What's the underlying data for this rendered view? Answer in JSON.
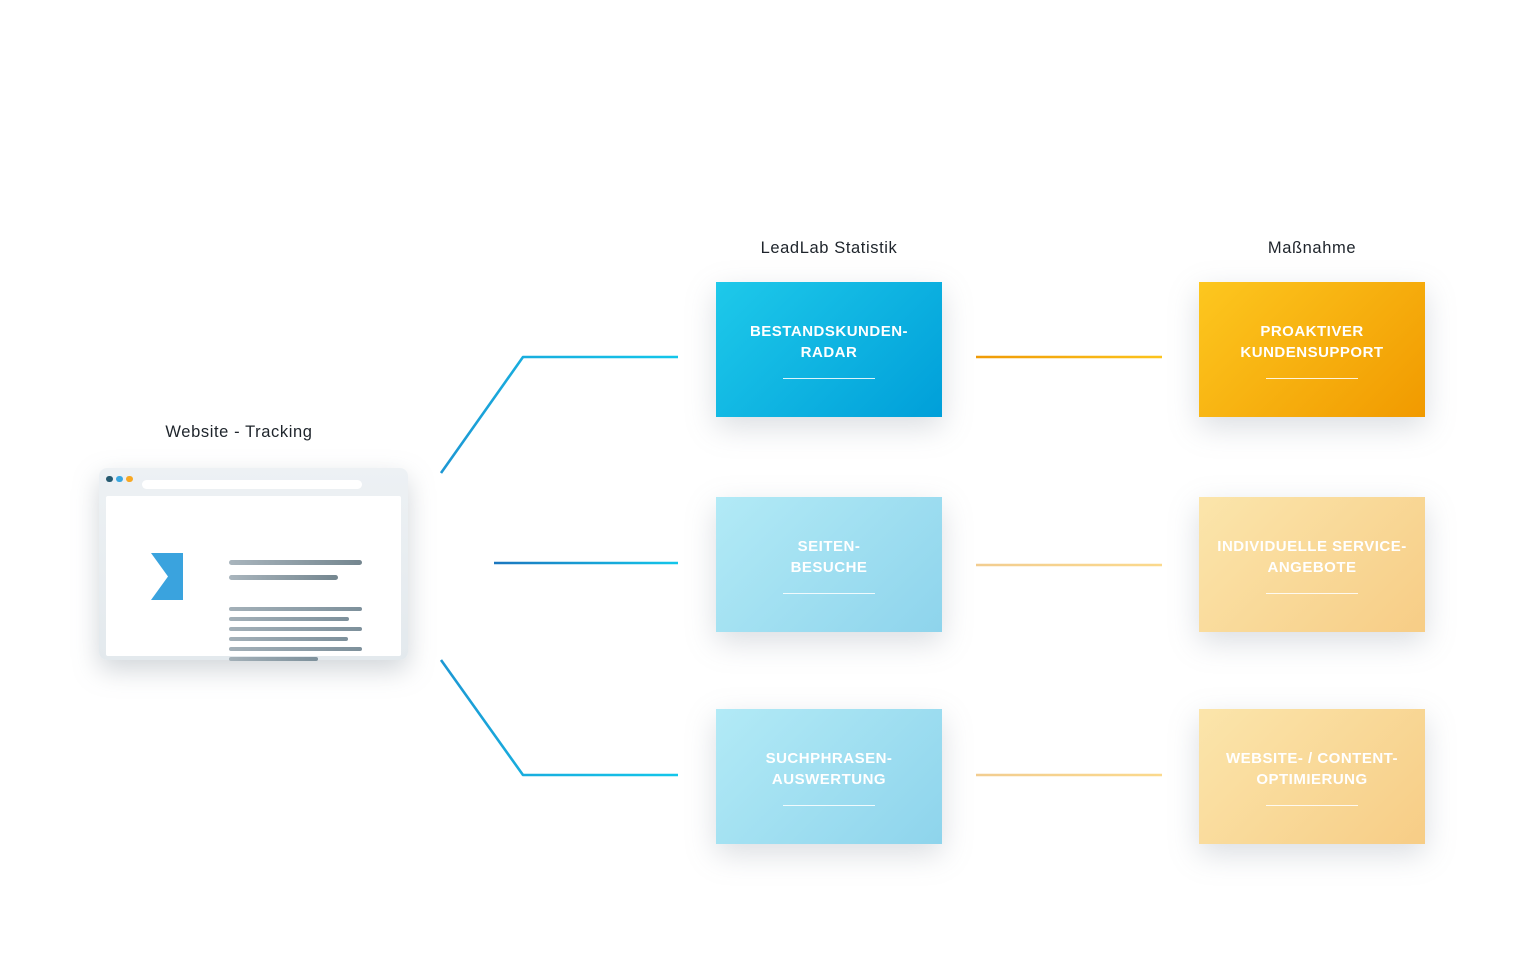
{
  "labels": {
    "source_title": "Website - Tracking",
    "stat_header": "LeadLab Statistik",
    "measure_header": "Maßnahme"
  },
  "stat_boxes": [
    {
      "line1": "BESTANDSKUNDEN-",
      "line2": "RADAR"
    },
    {
      "line1": "SEITEN-",
      "line2": "BESUCHE"
    },
    {
      "line1": "SUCHPHRASEN-",
      "line2": "AUSWERTUNG"
    }
  ],
  "measure_boxes": [
    {
      "line1": "PROAKTIVER",
      "line2": "KUNDENSUPPORT"
    },
    {
      "line1": "INDIVIDUELLE SERVICE-",
      "line2": "ANGEBOTE"
    },
    {
      "line1": "WEBSITE- / CONTENT-",
      "line2": "OPTIMIERUNG"
    }
  ],
  "icons": {
    "browser": "browser-window-illustration",
    "flag": "leadlab-flag-icon",
    "traffic_dots": "browser-traffic-dots"
  },
  "colors": {
    "primary_blue_start": "#1ec9ea",
    "primary_blue_end": "#009fd9",
    "light_blue_start": "#b2eaf6",
    "light_blue_end": "#8ed4ec",
    "primary_orange_start": "#fdc71f",
    "primary_orange_end": "#f19a00",
    "light_orange_start": "#fbe5ab",
    "light_orange_end": "#f7cd86",
    "connector_blue_dark": "#1b76be",
    "connector_cyan": "#13c6ea",
    "connector_orange": "#ef9a06",
    "connector_yellow": "#fcc41d",
    "connector_pale_start": "#f2cd90",
    "connector_pale_end": "#fbd98c",
    "dot_dark": "#265a70",
    "dot_blue": "#3aa7e0",
    "dot_orange": "#f7a823"
  }
}
